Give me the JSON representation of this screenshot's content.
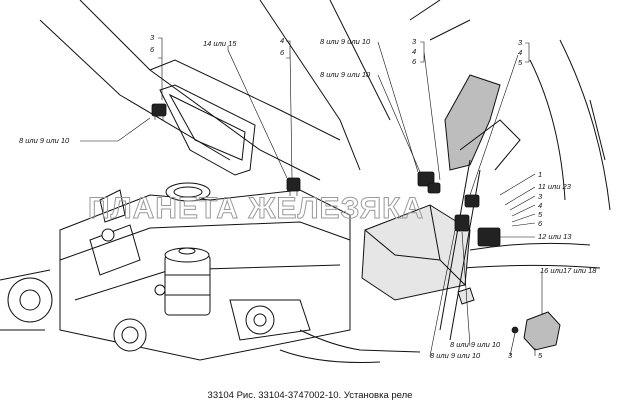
{
  "caption": "33104 Рис. 33104-3747002-10. Установка реле",
  "watermark": "ПЛАНЕТА ЖЕЛЕЗЯКА",
  "callouts": {
    "c1_top": "3",
    "c1_bot": "6",
    "c2": "8 или 9 или 10",
    "c3": "14 или 15",
    "c4_top": "4",
    "c4_bot": "6",
    "c5": "8 или 9 или 10",
    "c6": "8 или 9 или 10",
    "c7_a": "3",
    "c7_b": "4",
    "c7_c": "6",
    "c8_a": "3",
    "c8_b": "4",
    "c8_c": "5",
    "r1": "1",
    "r2": "11 или 23",
    "r3": "3",
    "r4": "4",
    "r5": "5",
    "r6": "6",
    "r7": "12 или 13",
    "r8": "16 или17 или 18",
    "b1": "8 или 9 или 10",
    "b2": "8 или 9 или 10",
    "b3": "3",
    "b4": "5"
  }
}
